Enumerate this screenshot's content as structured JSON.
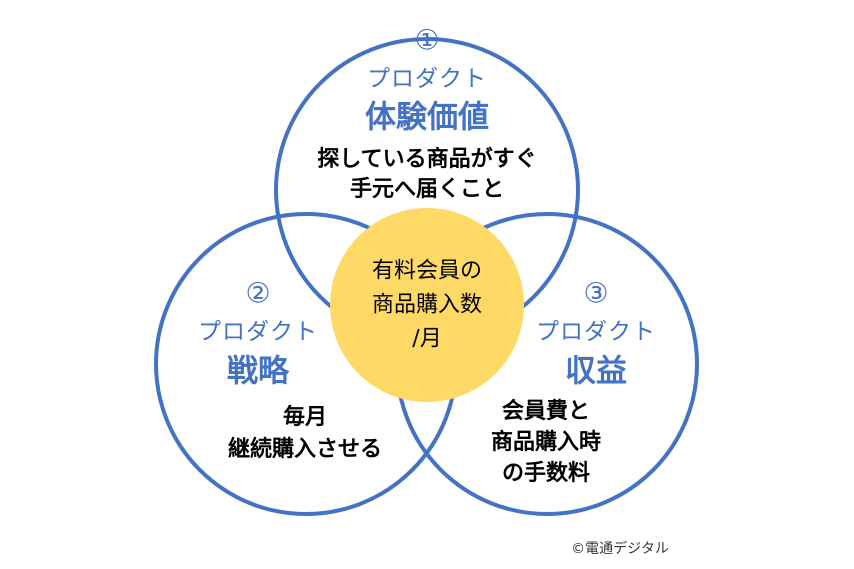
{
  "colors": {
    "circle_stroke": "#4472c4",
    "center_fill": "#ffd966",
    "label": "#4472c4"
  },
  "top": {
    "number": "①",
    "sub": "プロダクト",
    "title": "体験価値",
    "lines": [
      "探している商品がすぐ",
      "手元へ届くこと"
    ]
  },
  "left": {
    "number": "②",
    "sub": "プロダクト",
    "title": "戦略",
    "lines": [
      "毎月",
      "継続購入させる"
    ]
  },
  "right": {
    "number": "③",
    "sub": "プロダクト",
    "title": "収益",
    "lines": [
      "会員費と",
      "商品購入時",
      "の手数料"
    ]
  },
  "center": {
    "lines": [
      "有料会員の",
      "商品購入数",
      "/月"
    ]
  },
  "credit": "©電通デジタル"
}
